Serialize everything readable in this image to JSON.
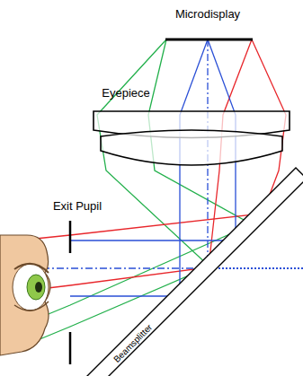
{
  "diagram": {
    "labels": [
      "Microdisplay",
      "Eyepiece",
      "Exit Pupil",
      "Beamsplitter"
    ]
  }
}
